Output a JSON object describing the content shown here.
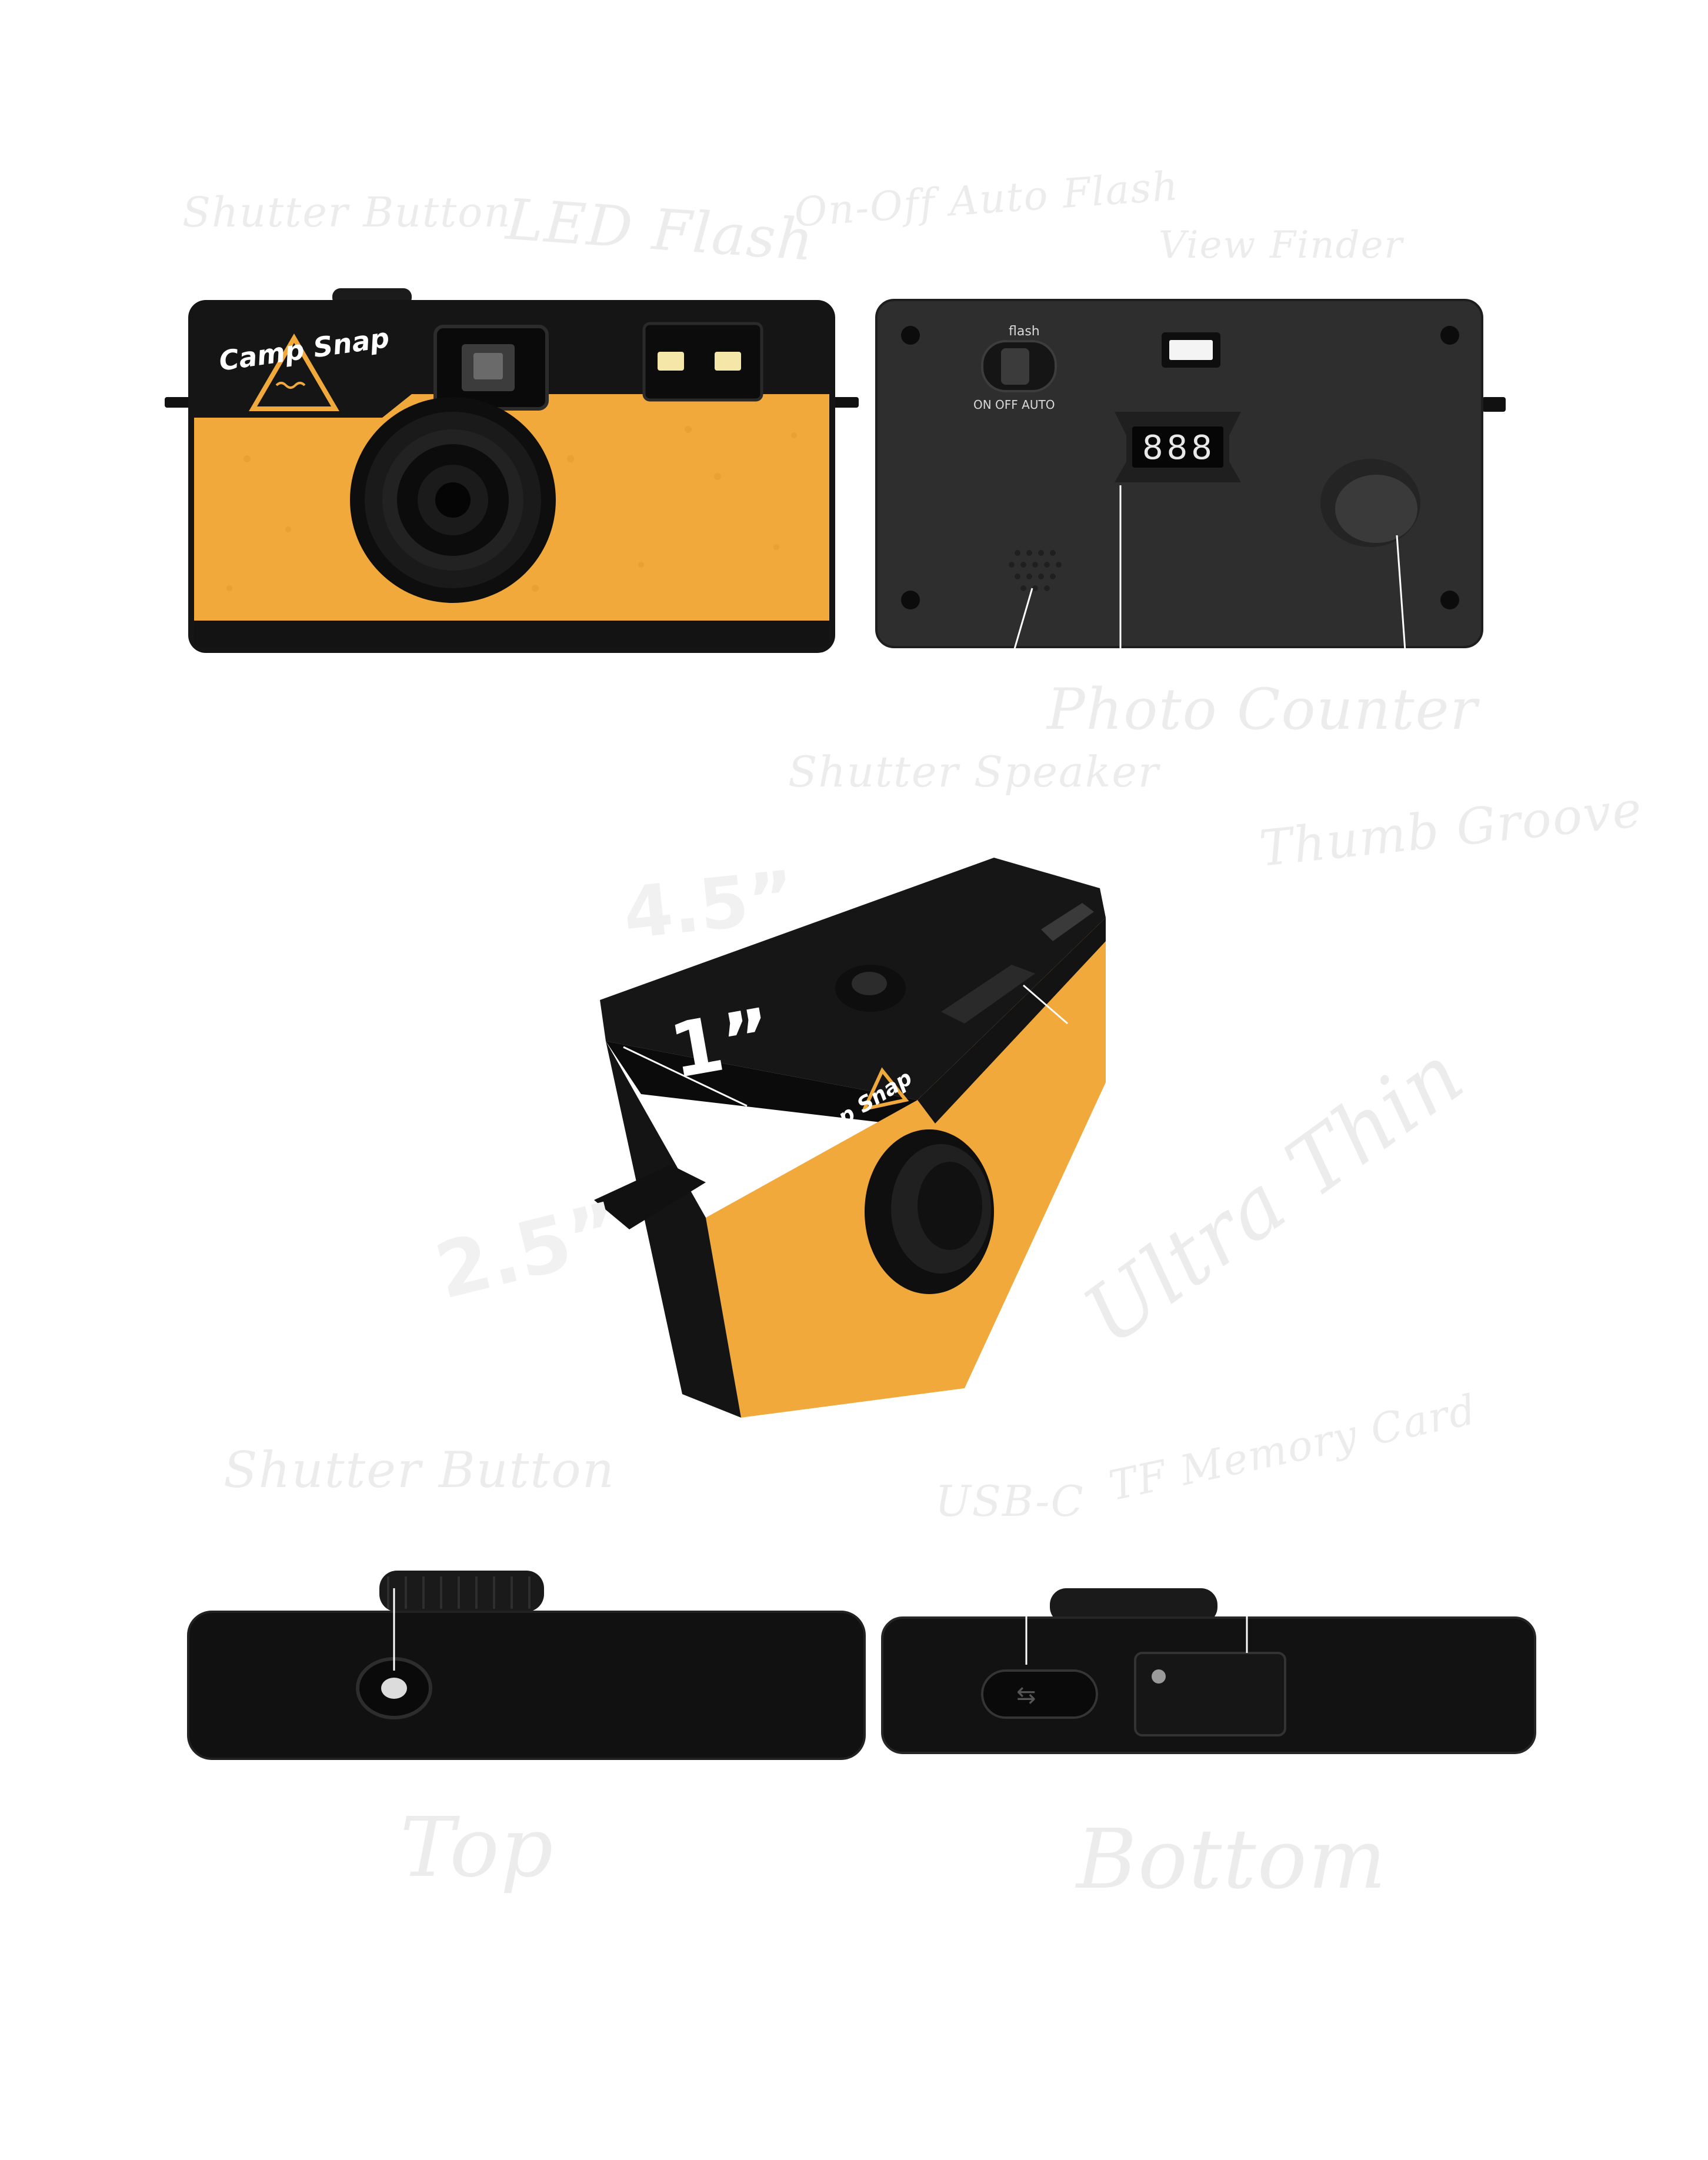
{
  "brand": {
    "name": "Camp Snap",
    "accent": "#f2a93b",
    "body": "#161616"
  },
  "callouts": {
    "shutter_button_top": "Shutter Button",
    "led_flash": "LED Flash",
    "flash_switch": "On-Off Auto Flash",
    "view_finder": "View Finder",
    "photo_counter": "Photo Counter",
    "shutter_speaker": "Shutter Speaker",
    "thumb_groove": "Thumb Groove",
    "ultra_thin": "Ultra Thin",
    "shutter_button_bottom": "Shutter Button",
    "usb_c": "USB-C",
    "tf_card": "TF Memory Card",
    "top_view": "Top",
    "bottom_view": "Bottom"
  },
  "dimensions": {
    "width": "4.5”",
    "depth": "1”",
    "height": "2.5”"
  },
  "back_panel": {
    "switch_title": "flash",
    "switch_modes": "ON OFF AUTO",
    "counter_digits": "888"
  }
}
